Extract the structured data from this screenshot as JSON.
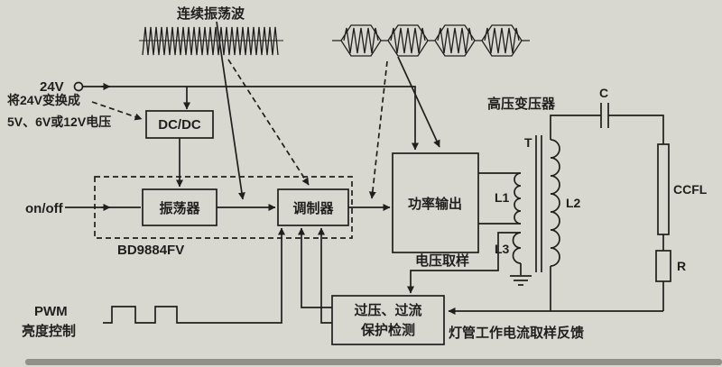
{
  "colors": {
    "ink": "#1f1f1d",
    "paper": "#d8d7d0"
  },
  "waveform": {
    "continuous_label": "连续振荡波"
  },
  "supply": {
    "voltage": "24V",
    "note_line1": "将24V变换成",
    "note_line2": "5V、6V或12V电压"
  },
  "blocks": {
    "dcdc": "DC/DC",
    "oscillator": "振荡器",
    "modulator": "调制器",
    "chip": "BD9884FV",
    "power_output": "功率输出",
    "protection_line1": "过压、过流",
    "protection_line2": "保护检测"
  },
  "inputs": {
    "on_off": "on/off",
    "pwm": "PWM",
    "brightness": "亮度控制"
  },
  "transformer": {
    "label": "高压变压器",
    "t": "T",
    "l1": "L1",
    "l2": "L2",
    "l3": "L3"
  },
  "load": {
    "capacitor": "C",
    "lamp": "CCFL",
    "resistor": "R"
  },
  "annotations": {
    "voltage_sample": "电压取样",
    "lamp_current_feedback": "灯管工作电流取样反馈"
  }
}
